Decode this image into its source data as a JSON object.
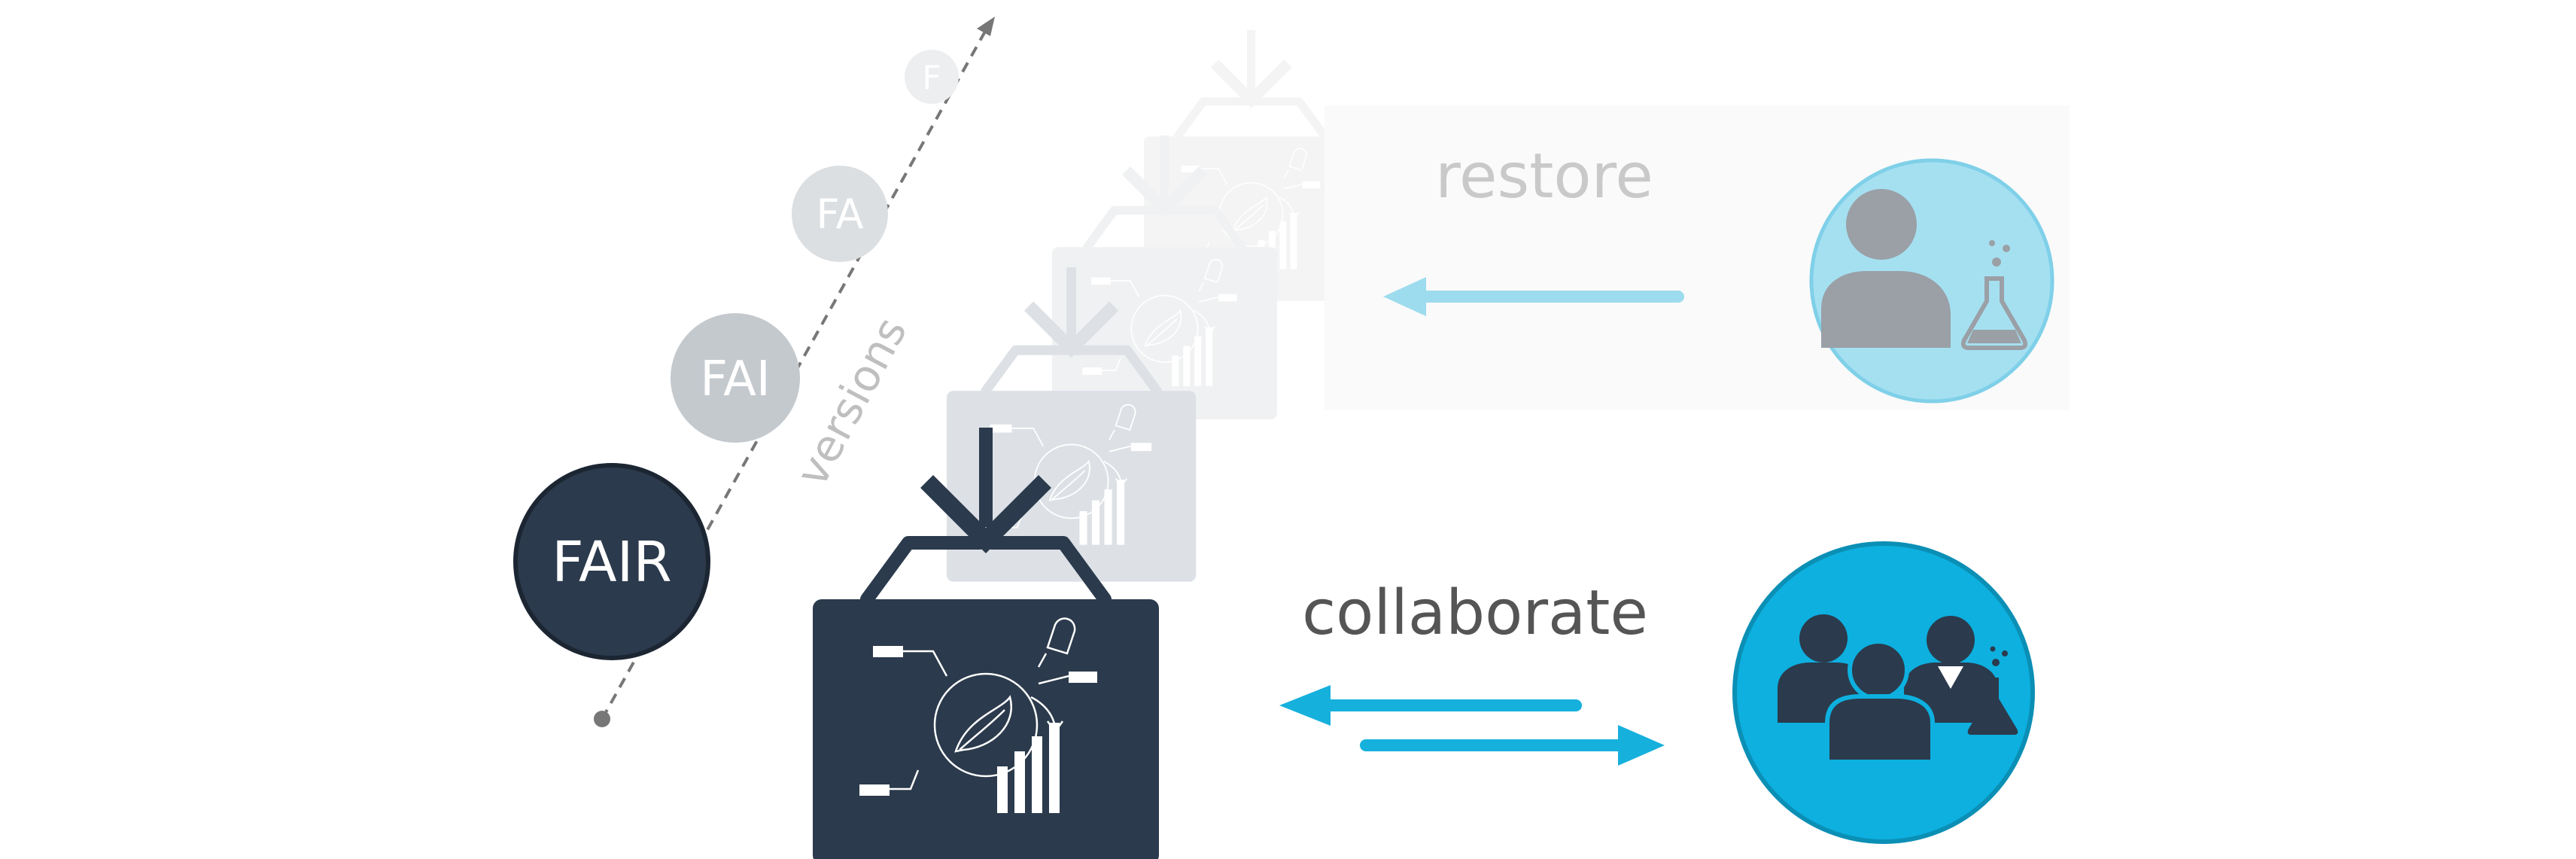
{
  "version_axis": {
    "label": "versions",
    "steps": [
      {
        "label": "FAIR",
        "circle_color": "#2b3a4c",
        "text_color": "#ffffff"
      },
      {
        "label": "FAI",
        "circle_color": "#c4c9ce",
        "text_color": "#ffffff"
      },
      {
        "label": "FA",
        "circle_color": "#dcdfe2",
        "text_color": "#ffffff"
      },
      {
        "label": "F",
        "circle_color": "#eceef0",
        "text_color": "#ffffff"
      }
    ]
  },
  "actions": {
    "restore": {
      "label": "restore",
      "color": "#c9c9c9",
      "arrow_color": "#9ddcee"
    },
    "collaborate": {
      "label": "collaborate",
      "color": "#555555",
      "arrow_color": "#16b0dd"
    }
  },
  "actors": {
    "single_researcher": {
      "icon": "researcher-icon",
      "circle_color": "#a5e0f1"
    },
    "research_team": {
      "icon": "team-icon",
      "circle_color": "#0db0df"
    }
  },
  "colors": {
    "box_primary": "#2b3a4c",
    "box_ghost_1": "#dde1e6",
    "box_ghost_2": "#f0f1f2",
    "box_ghost_3": "#f4f4f4"
  }
}
